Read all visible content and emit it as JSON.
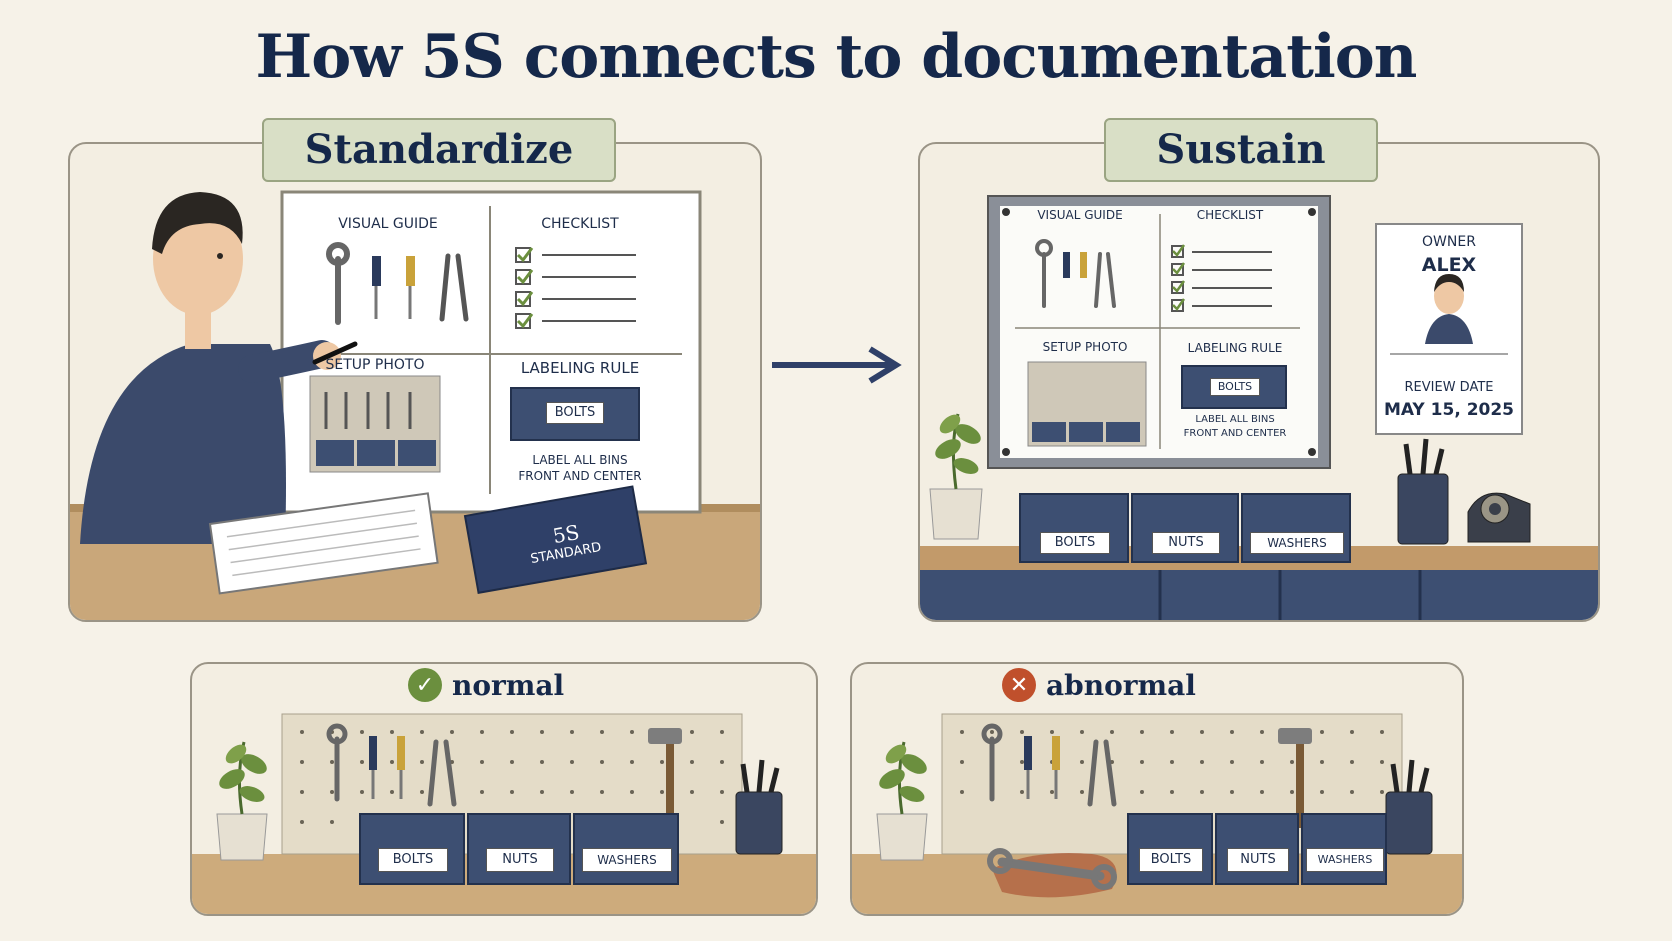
{
  "title": "How 5S connects to documentation",
  "standardize": {
    "tag": "Standardize",
    "visual_guide": "VISUAL GUIDE",
    "checklist": "CHECKLIST",
    "setup_photo": "SETUP PHOTO",
    "labeling_rule": "LABELING RULE",
    "bin_label": "BOLTS",
    "rule_line1": "LABEL ALL BINS",
    "rule_line2": "FRONT AND CENTER",
    "book_line1": "5S",
    "book_line2": "STANDARD"
  },
  "sustain": {
    "tag": "Sustain",
    "visual_guide": "VISUAL GUIDE",
    "checklist": "CHECKLIST",
    "setup_photo": "SETUP PHOTO",
    "labeling_rule": "LABELING RULE",
    "bin_label": "BOLTS",
    "rule_line1": "LABEL ALL BINS",
    "rule_line2": "FRONT AND CENTER",
    "owner_label": "OWNER",
    "owner_name": "ALEX",
    "review_label": "REVIEW DATE",
    "review_date": "MAY 15, 2025",
    "bins": [
      "BOLTS",
      "NUTS",
      "WASHERS"
    ]
  },
  "normal": {
    "label": "normal",
    "bins": [
      "BOLTS",
      "NUTS",
      "WASHERS"
    ]
  },
  "abnormal": {
    "label": "abnormal",
    "bins": [
      "BOLTS",
      "NUTS",
      "WASHERS"
    ]
  },
  "colors": {
    "navy": "#1e2d4a",
    "bin": "#3d4f72",
    "tag_green": "#d9dfc6",
    "check_green": "#6b8f3e",
    "x_red": "#c0502c"
  }
}
